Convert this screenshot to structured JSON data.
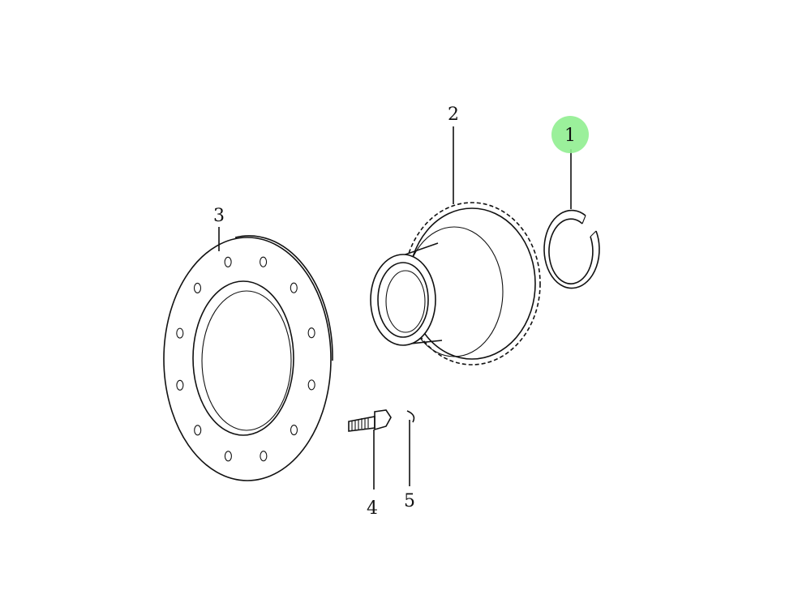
{
  "diagram": {
    "highlight_color": "#90ee90",
    "callouts": [
      {
        "number": "1",
        "part": "snap-ring",
        "highlighted": true
      },
      {
        "number": "2",
        "part": "gear"
      },
      {
        "number": "3",
        "part": "flange-plate"
      },
      {
        "number": "4",
        "part": "bolt"
      },
      {
        "number": "5",
        "part": "washer"
      }
    ]
  }
}
